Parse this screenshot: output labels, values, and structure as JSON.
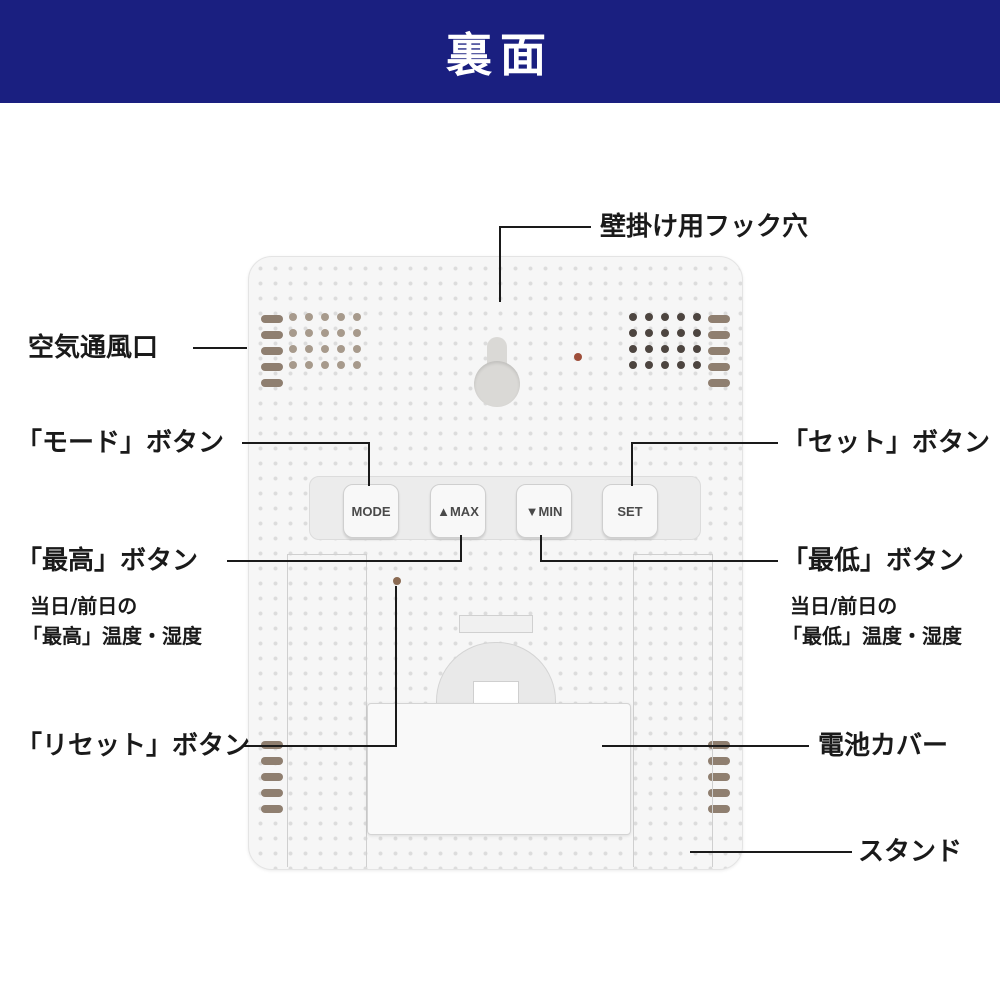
{
  "header": {
    "title": "裏面",
    "background_color": "#1a1f80"
  },
  "device": {
    "buttons": {
      "mode": "MODE",
      "max": "▲MAX",
      "min": "▼MIN",
      "set": "SET"
    }
  },
  "labels": {
    "hook_hole": "壁掛け用フック穴",
    "vent": "空気通風口",
    "mode_button": "「モード」ボタン",
    "set_button": "「セット」ボタン",
    "max_button": "「最高」ボタン",
    "max_desc_1": "当日/前日の",
    "max_desc_2": "「最高」温度・湿度",
    "min_button": "「最低」ボタン",
    "min_desc_1": "当日/前日の",
    "min_desc_2": "「最低」温度・湿度",
    "reset_button": "「リセット」ボタン",
    "battery_cover": "電池カバー",
    "stand": "スタンド"
  }
}
